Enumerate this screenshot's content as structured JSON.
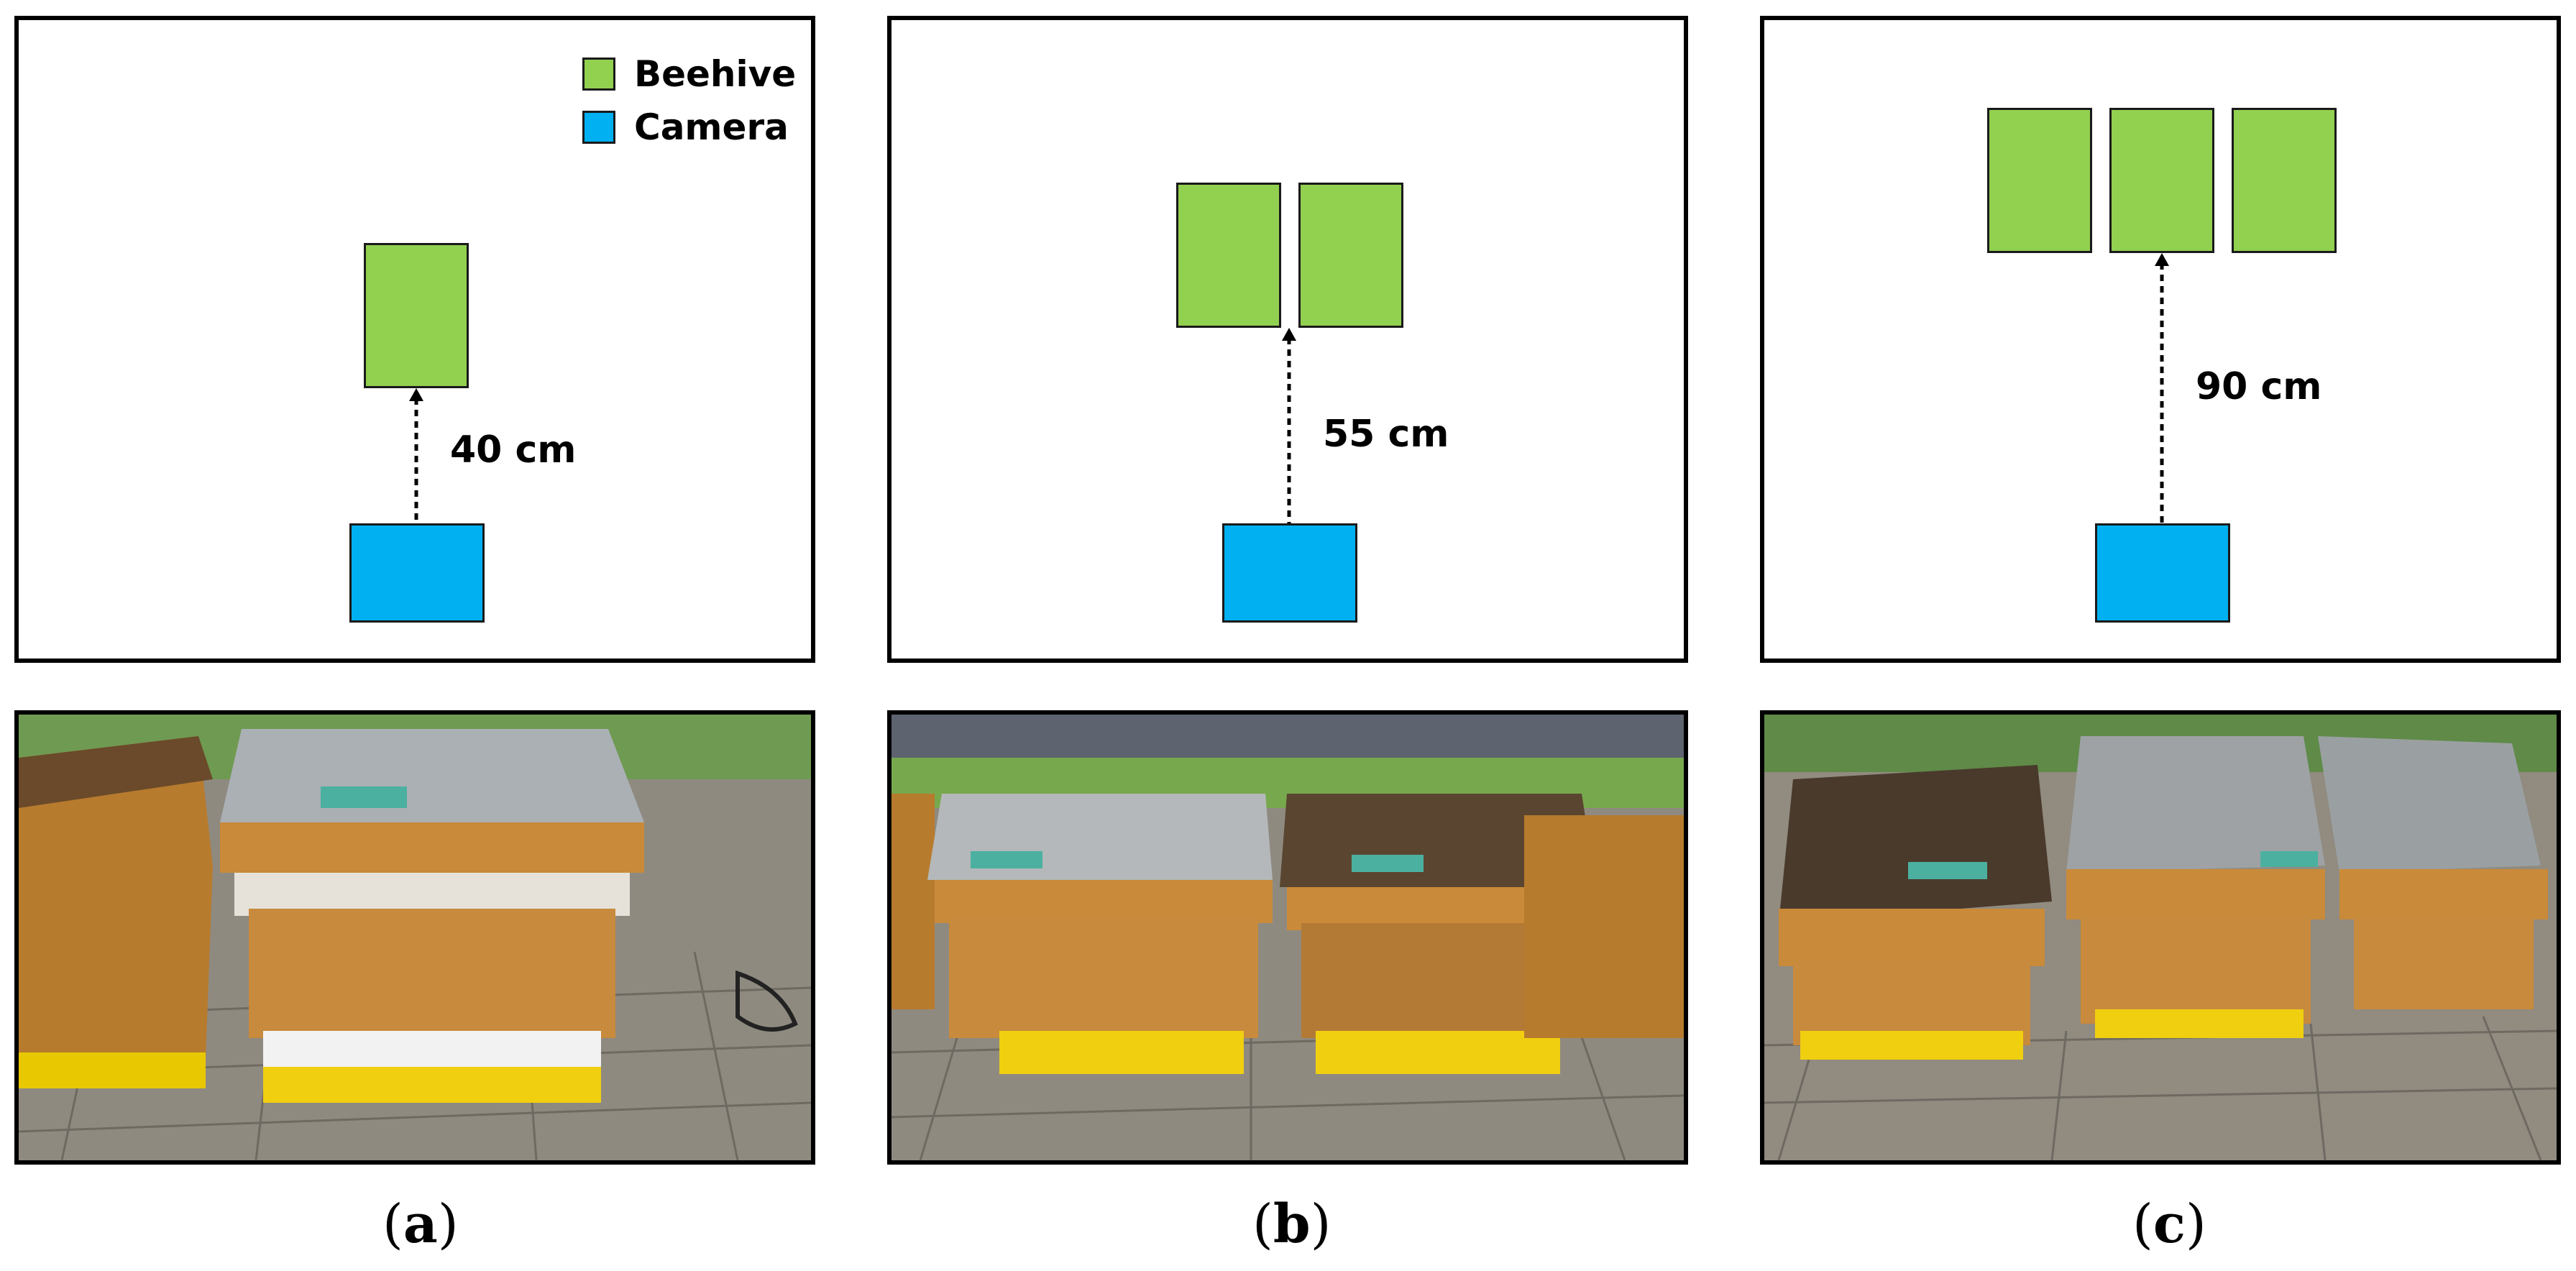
{
  "legend": {
    "beehive_label": "Beehive",
    "camera_label": "Camera",
    "beehive_color": "#92d050",
    "camera_color": "#00b0f0"
  },
  "panels": [
    {
      "id": "a",
      "distance_label": "40 cm",
      "hive_count": 1,
      "caption_letter": "a"
    },
    {
      "id": "b",
      "distance_label": "55 cm",
      "hive_count": 2,
      "caption_letter": "b"
    },
    {
      "id": "c",
      "distance_label": "90 cm",
      "hive_count": 3,
      "caption_letter": "c"
    }
  ]
}
